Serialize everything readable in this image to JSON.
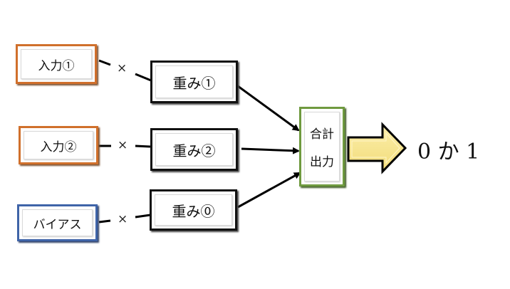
{
  "diagram": {
    "inputs": [
      {
        "label": "入力①"
      },
      {
        "label": "入力②"
      },
      {
        "label": "バイアス"
      }
    ],
    "operator": "×",
    "weights": [
      {
        "label": "重み①"
      },
      {
        "label": "重み②"
      },
      {
        "label": "重み⓪"
      }
    ],
    "sum_node": {
      "line1": "合計",
      "line2": "出力"
    },
    "output": {
      "label": "0 か 1"
    },
    "colors": {
      "input_border": "#d0702c",
      "bias_border": "#3f64a8",
      "weight_border": "#111111",
      "sum_border": "#6f9a3f",
      "arrow_fill": "#f7e78e"
    }
  }
}
